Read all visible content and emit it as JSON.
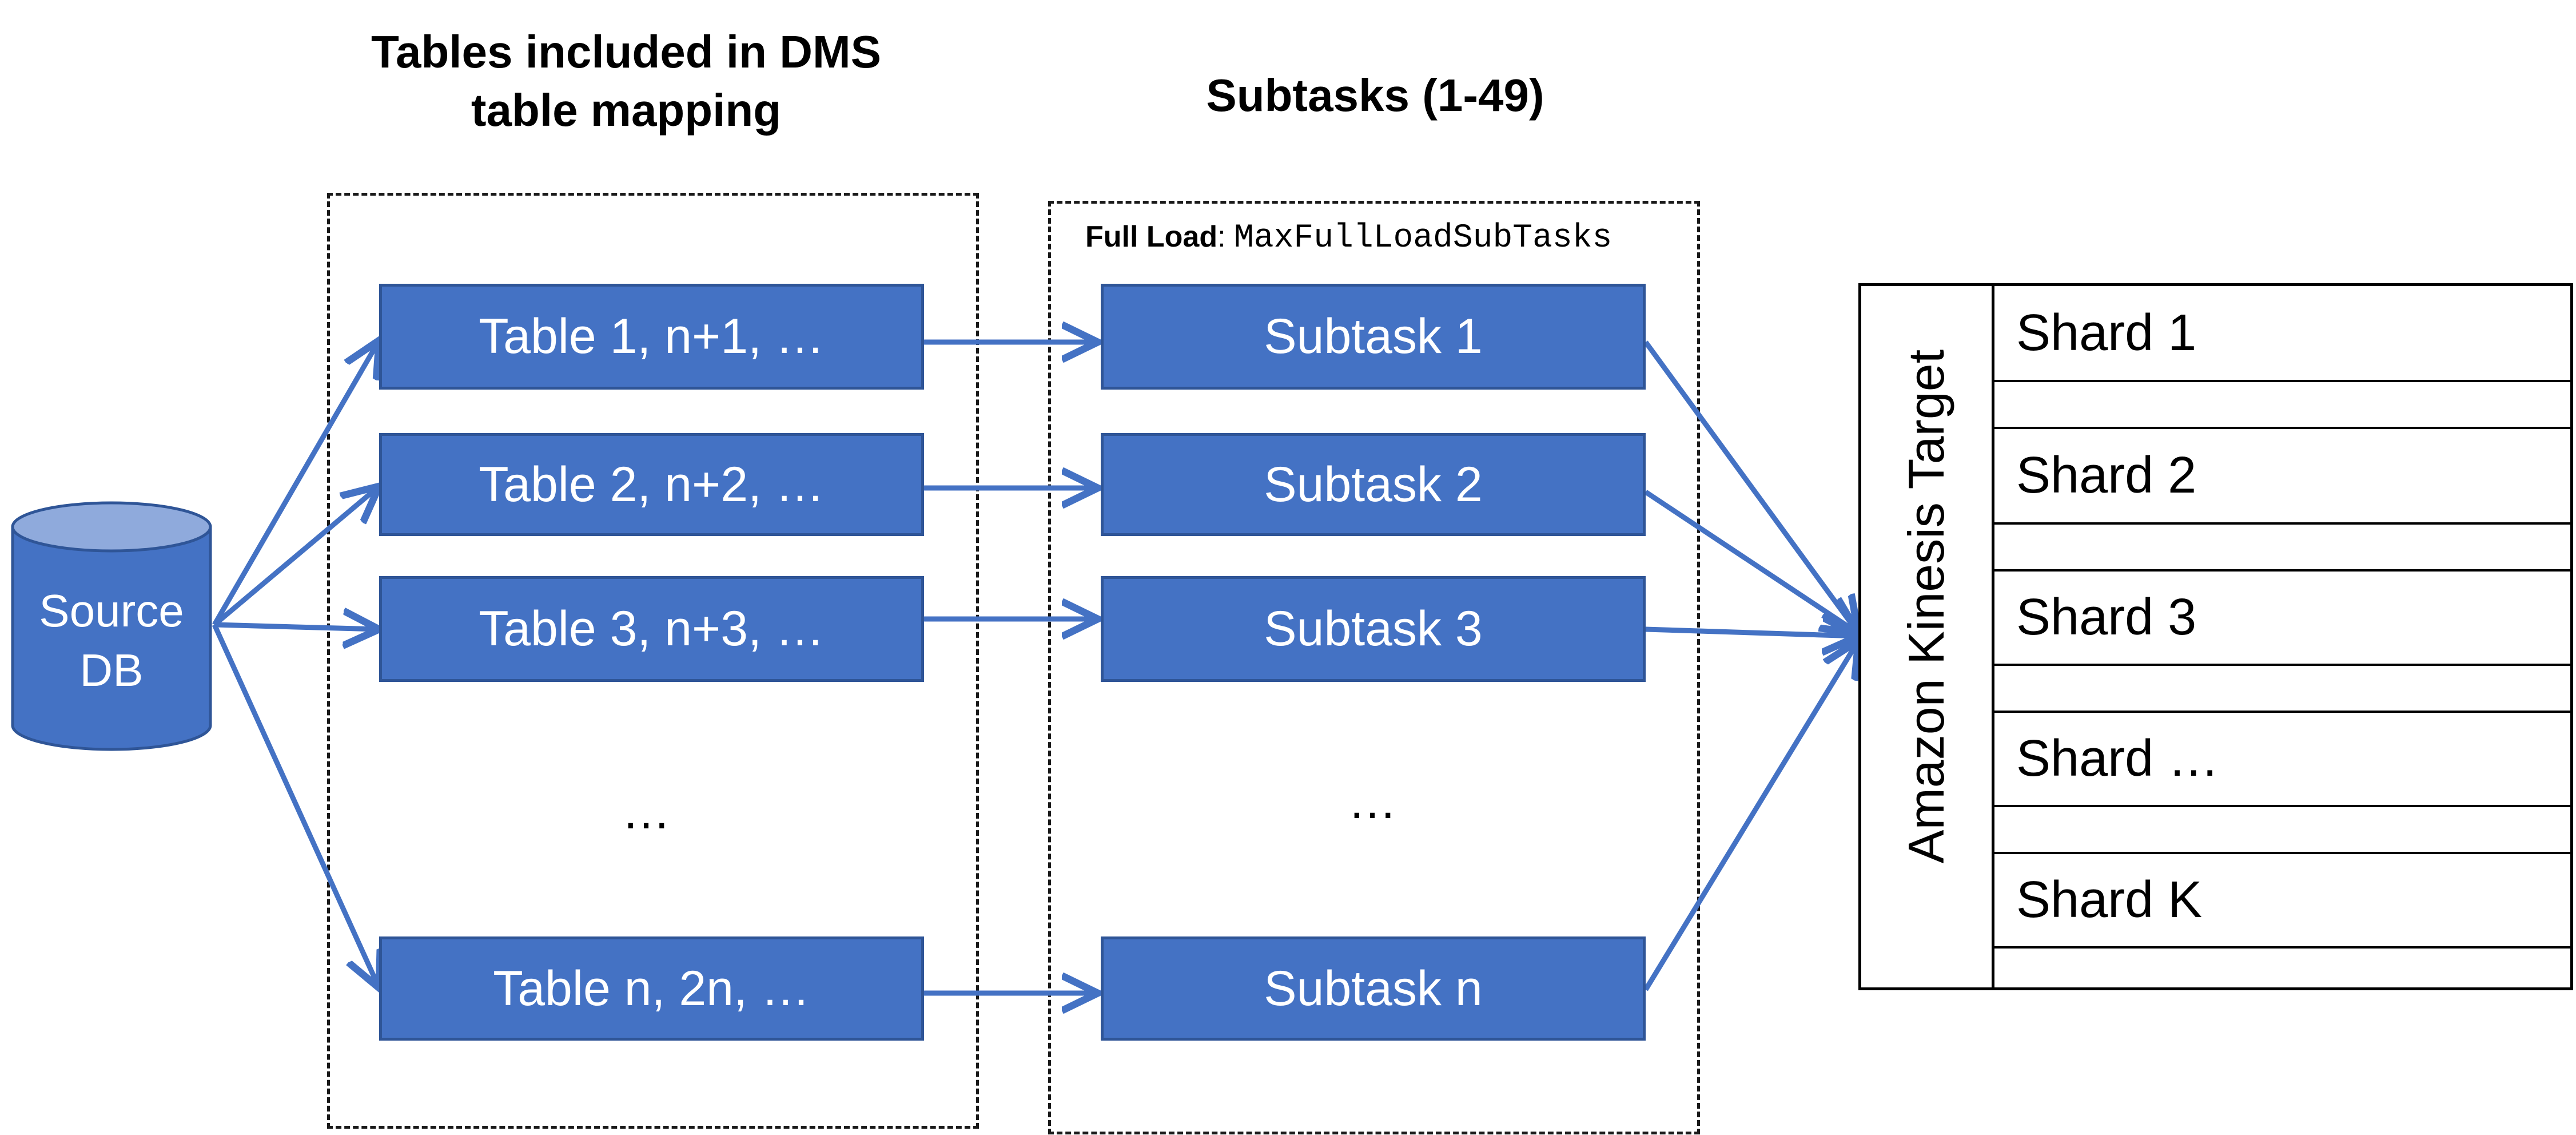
{
  "headings": {
    "tables": "Tables included in DMS table mapping",
    "subtasks": "Subtasks (1-49)"
  },
  "source_db": {
    "label": "Source DB"
  },
  "full_load": {
    "label": "Full Load",
    "separator": ": ",
    "value": "MaxFullLoadSubTasks"
  },
  "tables": [
    "Table 1, n+1, …",
    "Table 2, n+2, …",
    "Table 3, n+3, …",
    "Table n, 2n, …"
  ],
  "subtasks": [
    "Subtask 1",
    "Subtask 2",
    "Subtask 3",
    "Subtask n"
  ],
  "ellipsis": "…",
  "target": {
    "title": "Amazon Kinesis Target",
    "shards": [
      "Shard 1",
      "Shard 2",
      "Shard 3",
      "Shard …",
      "Shard K"
    ]
  },
  "colors": {
    "box_fill": "#4472c4",
    "box_border": "#2f5597",
    "arrow": "#4472c4",
    "db_top": "#8faadc"
  }
}
